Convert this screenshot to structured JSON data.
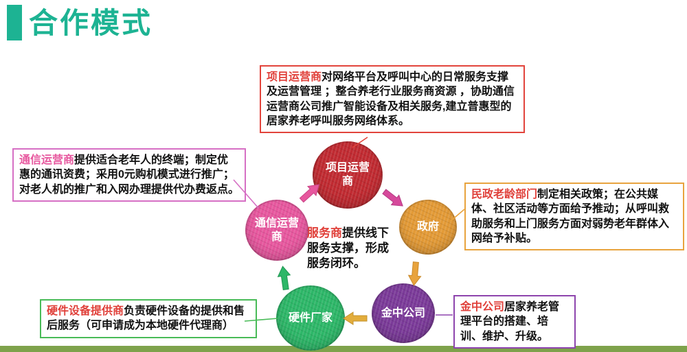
{
  "title": "合作模式",
  "callouts": {
    "project": {
      "lead": "项目运营商",
      "body": "对网络平台及呼叫中心的日常服务支撑及运营管理 ；整合养老行业服务商资源 ，协助通信运营商公司推广智能设备及相关服务,建立普惠型的居家养老呼叫服务网络体系。"
    },
    "telecom": {
      "lead": "通信运营商",
      "body": "提供适合老年人的终端；制定优惠的通讯资费；采用0元购机模式进行推广；对老人机的推广和入网办理提供代办费返点。"
    },
    "government": {
      "lead": "民政老龄部门",
      "body": "制定相关政策；在公共媒体、社区活动等方面给予推动；从呼叫救助服务和上门服务方面对弱势老年群体入网给予补贴。"
    },
    "hardware": {
      "lead": "硬件设备提供商",
      "body": "负责硬件设备的提供和售后服务（可申请成为本地硬件代理商）"
    },
    "jinzhong": {
      "lead": "金中公司",
      "body": "居家养老管理平台的搭建、培训、维护、升级。"
    }
  },
  "nodes": {
    "project": {
      "label": "项目运营商",
      "color": "#c12a31"
    },
    "government": {
      "label": "政府",
      "color": "#e39a36"
    },
    "jinzhong": {
      "label": "金中公司",
      "color": "#7b3a99"
    },
    "hardware": {
      "label": "硬件厂家",
      "color": "#2db768"
    },
    "telecom": {
      "label": "通信运营商",
      "color": "#e7579e"
    }
  },
  "center_note": {
    "lead": "服务商",
    "body": "提供线下服务支撑，形成服务闭环。"
  },
  "colors": {
    "title_teal": "#1db393",
    "bottom_bar_green": "#7ea24b",
    "lead_red": "#e0403a",
    "telecom_lead_pink": "#e7579e",
    "arrow_pink": "#e7579e",
    "arrow_magenta": "#d6499b",
    "arrow_orange": "#e8a33d",
    "arrow_yellow": "#e3ad3c",
    "arrow_green": "#2db768"
  }
}
